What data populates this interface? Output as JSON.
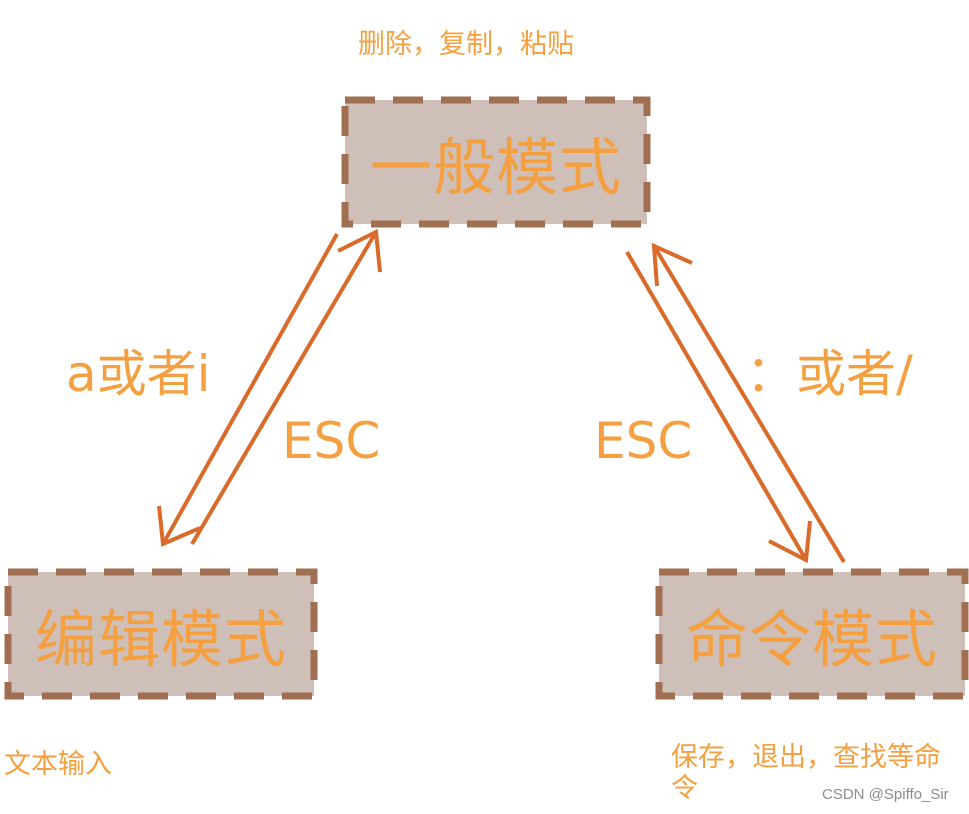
{
  "modes": {
    "normal": {
      "label": "一般模式",
      "note": "删除，复制，粘贴"
    },
    "insert": {
      "label": "编辑模式",
      "note": "文本输入"
    },
    "command": {
      "label": "命令模式",
      "note": "保存，退出，查找等命令"
    }
  },
  "transitions": {
    "normal_to_insert": "a或者i",
    "insert_to_normal": "ESC",
    "command_to_normal": "ESC",
    "normal_to_command": "：或者/"
  },
  "watermark": "CSDN @Spiffo_Sir",
  "colors": {
    "box_fill": "#cebfb8",
    "box_border": "#a06e50",
    "text": "#f5a040",
    "arrow": "#d96a2a",
    "watermark": "#8c8c8c"
  }
}
